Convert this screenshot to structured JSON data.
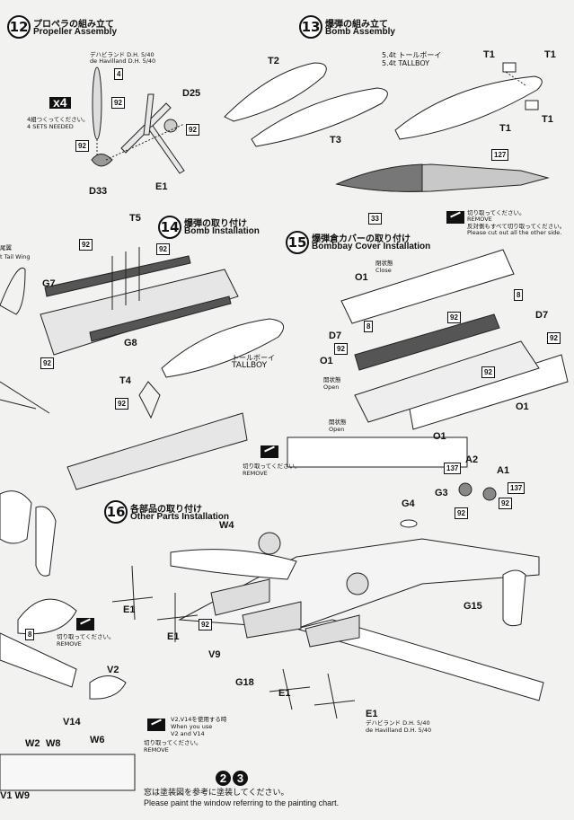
{
  "steps": {
    "s12": {
      "num": "12",
      "jp": "プロペラの組み立て",
      "en": "Propeller Assembly"
    },
    "s13": {
      "num": "13",
      "jp": "爆弾の組み立て",
      "en": "Bomb Assembly"
    },
    "s14": {
      "num": "14",
      "jp": "爆弾の取り付け",
      "en": "Bomb Installation"
    },
    "s15": {
      "num": "15",
      "jp": "爆弾倉カバーの取り付け",
      "en": "Bombbay Cover Installation"
    },
    "s16": {
      "num": "16",
      "jp": "各部品の取り付け",
      "en": "Other Parts Installation"
    }
  },
  "propeller": {
    "type_jp": "デハビランド D.H. 5/40",
    "type_en": "de Havilland D.H. 5/40",
    "x4": "x4",
    "sets_jp": "4組つくってください。",
    "sets_en": "4 SETS NEEDED",
    "parts": {
      "d25": "D25",
      "d33": "D33",
      "e1": "E1"
    },
    "badges": {
      "b4": "4",
      "b92a": "92",
      "b92b": "92",
      "b92c": "92"
    }
  },
  "bomb": {
    "name_jp": "5.4t トールボーイ",
    "name_en": "5.4t TALLBOY",
    "parts": {
      "t2": "T2",
      "t3": "T3",
      "t1a": "T1",
      "t1b": "T1",
      "t1c": "T1",
      "t1d": "T1"
    },
    "badge_127": "127",
    "badge_33": "33"
  },
  "bomb_install": {
    "t5": "T5",
    "g7": "G7",
    "g8": "G8",
    "t4": "T4",
    "tallboy_jp": "トールボーイ",
    "tallboy_en": "TALLBOY",
    "badges": {
      "a": "92",
      "b": "92",
      "c": "92",
      "d": "92"
    },
    "tail_jp": "尾翼",
    "tail_en": "t Tail Wing"
  },
  "bombbay": {
    "remove_jp": "切り取ってください。",
    "remove_en": "REMOVE",
    "other_side_jp": "反対側もすべて切り取ってください。",
    "other_side_en": "Please cut out all the other side.",
    "o1a": "O1",
    "o1b": "O1",
    "o1c": "O1",
    "o1d": "O1",
    "d7a": "D7",
    "d7b": "D7",
    "closed_jp": "閉状態",
    "closed_en": "Close",
    "open_jp": "開状態",
    "open_en": "Open",
    "open2_jp": "開状態",
    "open2_en": "Open",
    "badges": {
      "b8a": "8",
      "b8b": "8",
      "b92a": "92",
      "b92b": "92",
      "b92c": "92",
      "b92d": "92"
    }
  },
  "cutout": {
    "remove_jp": "切り取ってください。",
    "remove_en": "REMOVE"
  },
  "other_parts": {
    "w4": "W4",
    "e1a": "E1",
    "e1b": "E1",
    "e1c": "E1",
    "e1d": "E1",
    "v9": "V9",
    "g18": "G18",
    "g4": "G4",
    "g3": "G3",
    "g15": "G15",
    "a1": "A1",
    "a2": "A2",
    "engine_jp": "デハビランド D.H. 5/40",
    "engine_en": "de Havilland D.H. 5/40",
    "badges": {
      "b137a": "137",
      "b137b": "137",
      "b92a": "92",
      "b92b": "92",
      "b92c": "92"
    }
  },
  "left_bottom": {
    "b8": "8",
    "remove_jp": "切り取ってください。",
    "remove_en": "REMOVE",
    "v2": "V2",
    "v14": "V14",
    "use_jp": "V2,V14を使用する時",
    "use_en1": "When you use",
    "use_en2": "V2 and V14",
    "remove2_jp": "切り取ってください。",
    "remove2_en": "REMOVE",
    "w2": "W2",
    "w8": "W8",
    "w6": "W6",
    "v1w9": "V1 W9"
  },
  "footer": {
    "n1": "2",
    "n2": "3",
    "jp": "窓は塗装図を参考に塗装してください。",
    "en": "Please paint the window referring to the painting chart."
  }
}
